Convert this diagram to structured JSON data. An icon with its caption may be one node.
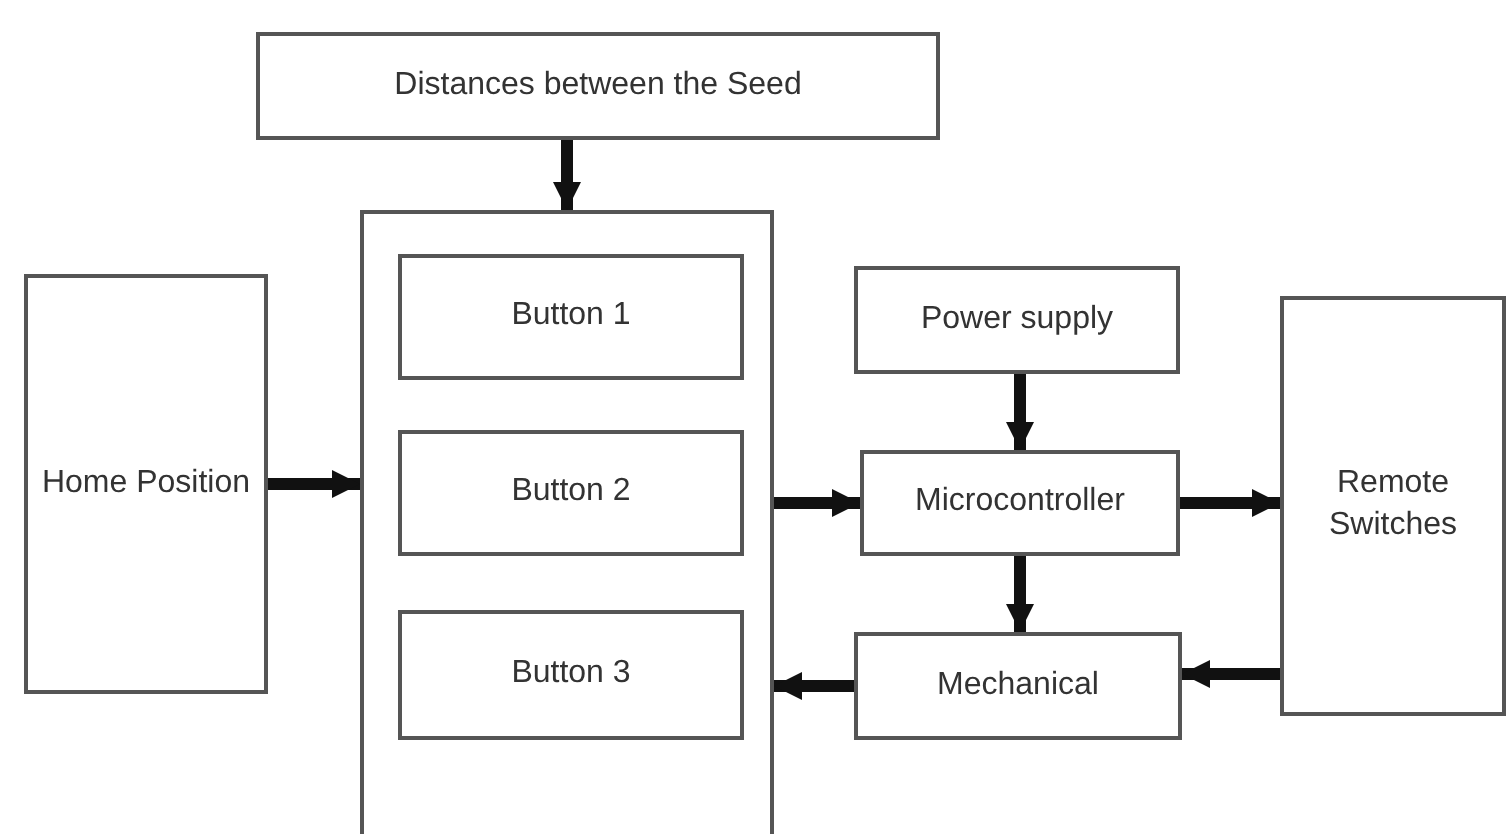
{
  "diagram": {
    "nodes": [
      {
        "text": [
          "Distances between the Seed"
        ]
      },
      {
        "text": [],
        "shape": "box"
      },
      {
        "text": [
          "Button 1"
        ],
        "in": 1
      },
      {
        "text": [
          "Button 2"
        ],
        "in": 1
      },
      {
        "text": [
          "Button 3"
        ],
        "in": 1
      },
      {
        "text": [
          "Home Position"
        ]
      },
      {
        "text": [
          "Power supply"
        ]
      },
      {
        "text": [
          "Microcontroller"
        ]
      },
      {
        "text": [
          "Remote Switches"
        ]
      },
      {
        "text": [
          "Mechanical"
        ]
      }
    ],
    "edges": [
      {
        "from": 0,
        "to": 1,
        "arrow": "to"
      },
      {
        "from": 5,
        "to": 1,
        "arrow": "to"
      },
      {
        "from": 1,
        "to": 7,
        "arrow": "to"
      },
      {
        "from": 6,
        "to": 7,
        "arrow": "to"
      },
      {
        "from": 7,
        "to": 8,
        "arrow": "to"
      },
      {
        "from": 7,
        "to": 9,
        "arrow": "to"
      },
      {
        "from": 8,
        "to": 9,
        "arrow": "to"
      },
      {
        "from": 9,
        "to": 1,
        "arrow": "to"
      }
    ]
  }
}
